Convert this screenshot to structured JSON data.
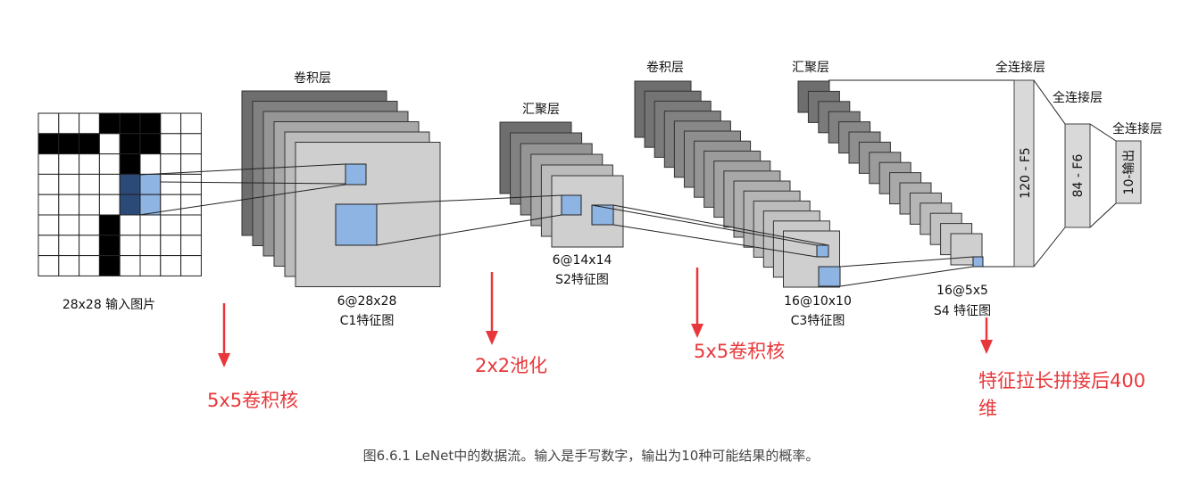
{
  "input": {
    "grid_size": 8,
    "black_cells": [
      [
        0,
        3
      ],
      [
        0,
        4
      ],
      [
        0,
        5
      ],
      [
        1,
        0
      ],
      [
        1,
        1
      ],
      [
        1,
        2
      ],
      [
        1,
        4
      ],
      [
        1,
        5
      ],
      [
        2,
        4
      ],
      [
        3,
        4
      ],
      [
        4,
        4
      ],
      [
        5,
        3
      ],
      [
        6,
        3
      ],
      [
        7,
        3
      ]
    ],
    "highlight_cells": [
      [
        3,
        4
      ],
      [
        4,
        4
      ],
      [
        3,
        5
      ],
      [
        4,
        5
      ]
    ],
    "label": "28x28 输入图片"
  },
  "layers": {
    "c1": {
      "title": "卷积层",
      "dims": "6@28x28",
      "name": "C1特征图"
    },
    "s2": {
      "title": "汇聚层",
      "dims": "6@14x14",
      "name": "S2特征图"
    },
    "c3": {
      "title": "卷积层",
      "dims": "16@10x10",
      "name": "C3特征图"
    },
    "s4": {
      "title": "汇聚层",
      "dims": "16@5x5",
      "name": "S4 特征图"
    },
    "f5": {
      "title": "全连接层",
      "label": "120 - F5"
    },
    "f6": {
      "title": "全连接层",
      "label": "84 - F6"
    },
    "out": {
      "title": "全连接层",
      "label": "10-输出"
    }
  },
  "annotations": {
    "conv1": "5x5卷积核",
    "pool1": "2x2池化",
    "conv2": "5x5卷积核",
    "flatten_line1": "特征拉长拼接后400",
    "flatten_line2": "维"
  },
  "caption": "图6.6.1  LeNet中的数据流。输入是手写数字，输出为10种可能结果的概率。",
  "colors": {
    "annotation_red": "#e8373a",
    "highlight_blue": "#8eb4e3",
    "highlight_dark": "#2b4a78",
    "stack_dark": "#6e6e6e",
    "stack_light": "#cfcfcf"
  }
}
